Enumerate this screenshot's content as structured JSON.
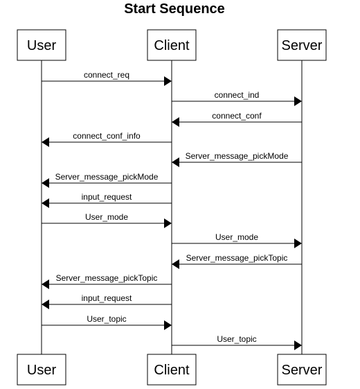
{
  "title": "Start Sequence",
  "participants": [
    "User",
    "Client",
    "Server"
  ],
  "messages": [
    {
      "from": "User",
      "to": "Client",
      "label": "connect_req"
    },
    {
      "from": "Client",
      "to": "Server",
      "label": "connect_ind"
    },
    {
      "from": "Server",
      "to": "Client",
      "label": "connect_conf"
    },
    {
      "from": "Client",
      "to": "User",
      "label": "connect_conf_info"
    },
    {
      "from": "Server",
      "to": "Client",
      "label": "Server_message_pickMode"
    },
    {
      "from": "Client",
      "to": "User",
      "label": "Server_message_pickMode"
    },
    {
      "from": "Client",
      "to": "User",
      "label": "input_request"
    },
    {
      "from": "User",
      "to": "Client",
      "label": "User_mode"
    },
    {
      "from": "Client",
      "to": "Server",
      "label": "User_mode"
    },
    {
      "from": "Server",
      "to": "Client",
      "label": "Server_message_pickTopic"
    },
    {
      "from": "Client",
      "to": "User",
      "label": "Server_message_pickTopic"
    },
    {
      "from": "Client",
      "to": "User",
      "label": "input_request"
    },
    {
      "from": "User",
      "to": "Client",
      "label": "User_topic"
    },
    {
      "from": "Client",
      "to": "Server",
      "label": "User_topic"
    }
  ]
}
